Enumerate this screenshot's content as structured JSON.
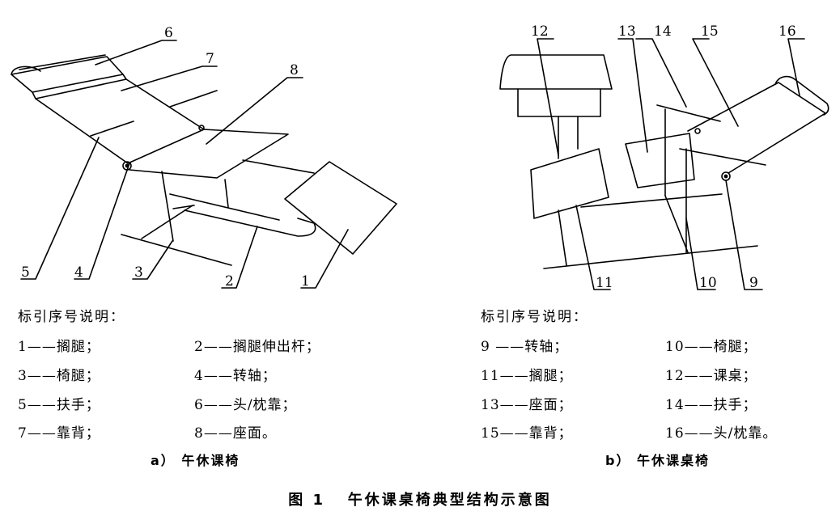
{
  "callouts_a": [
    "1",
    "2",
    "3",
    "4",
    "5",
    "6",
    "7",
    "8"
  ],
  "callouts_b": [
    "9",
    "10",
    "11",
    "12",
    "13",
    "14",
    "15",
    "16"
  ],
  "legend_a": {
    "heading": "标引序号说明：",
    "items": [
      "1——搁腿；",
      "2——搁腿伸出杆；",
      "3——椅腿；",
      "4——转轴；",
      "5——扶手；",
      "6——头/枕靠；",
      "7——靠背；",
      "8——座面。"
    ]
  },
  "legend_b": {
    "heading": "标引序号说明：",
    "items": [
      "9 ——转轴；",
      "10——椅腿；",
      "11——搁腿；",
      "12——课桌；",
      "13——座面；",
      "14——扶手；",
      "15——靠背；",
      "16——头/枕靠。"
    ]
  },
  "subcaption_a": "a）  午休课椅",
  "subcaption_b": "b）  午休课桌椅",
  "figure_caption": "图 1   午休课桌椅典型结构示意图"
}
